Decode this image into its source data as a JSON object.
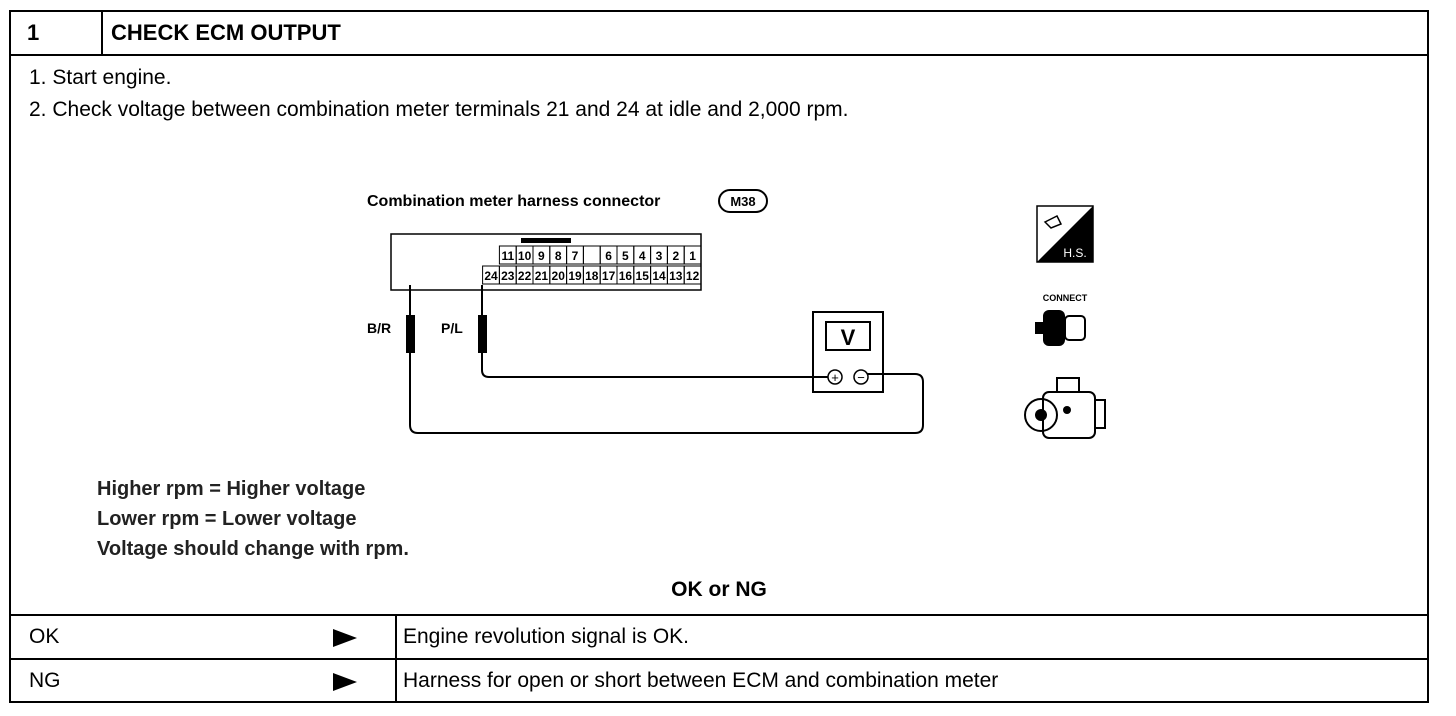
{
  "header": {
    "step_number": "1",
    "title": "CHECK ECM OUTPUT"
  },
  "steps": [
    "1.  Start engine.",
    "2.  Check voltage between combination meter terminals 21 and 24 at idle and 2,000 rpm."
  ],
  "diagram": {
    "connector_label": "Combination meter harness connector",
    "connector_id": "M38",
    "top_row_terminals": [
      "11",
      "10",
      "9",
      "8",
      "7",
      "",
      "6",
      "5",
      "4",
      "3",
      "2",
      "1"
    ],
    "bottom_row_terminals": [
      "24",
      "23",
      "22",
      "21",
      "20",
      "19",
      "18",
      "17",
      "16",
      "15",
      "14",
      "13",
      "12"
    ],
    "probe_left_label": "B/R",
    "probe_right_label": "P/L",
    "meter_symbol": "V",
    "meter_plus": "+",
    "meter_minus": "−",
    "icon_hs_label": "H.S.",
    "icon_connect_label": "CONNECT"
  },
  "notes": [
    "Higher rpm = Higher voltage",
    "Lower rpm = Lower voltage",
    "Voltage should change with rpm."
  ],
  "ok_ng_label": "OK or NG",
  "results": [
    {
      "label": "OK",
      "text": "Engine revolution signal is OK."
    },
    {
      "label": "NG",
      "text": "Harness for open or short between ECM and combination meter"
    }
  ]
}
